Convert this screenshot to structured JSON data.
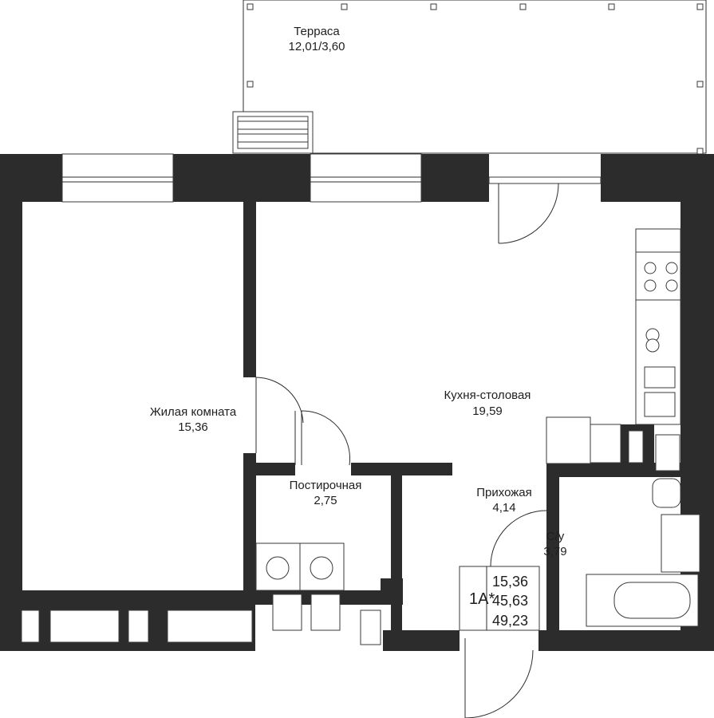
{
  "rooms": {
    "terrace": {
      "name": "Терраса",
      "area": "12,01/3,60"
    },
    "living_room": {
      "name": "Жилая комната",
      "area": "15,36"
    },
    "kitchen_dining": {
      "name": "Кухня-столовая",
      "area": "19,59"
    },
    "laundry": {
      "name": "Постирочная",
      "area": "2,75"
    },
    "hallway": {
      "name": "Прихожая",
      "area": "4,14"
    },
    "bathroom": {
      "name": "С/у",
      "area": "3,79"
    }
  },
  "apartment": {
    "type": "1А*",
    "areas": [
      "15,36",
      "45,63",
      "49,23"
    ]
  },
  "colors": {
    "wall": "#2c2c2c",
    "background": "#ffffff",
    "text": "#1e1e1e"
  }
}
